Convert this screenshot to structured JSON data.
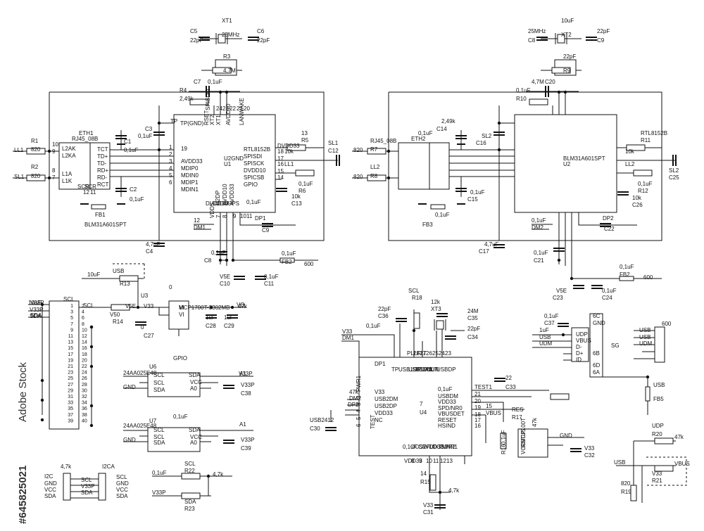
{
  "watermark": {
    "brand": "Adobe Stock",
    "id": "#645825021"
  },
  "icons": {
    "xtal": "crystal-icon",
    "gnd": "ground-icon",
    "cap": "capacitor-icon",
    "res": "resistor-icon",
    "bead": "ferrite-bead-icon"
  },
  "labels": [
    {
      "t": "XT1"
    },
    {
      "t": "25MHz"
    },
    {
      "t": "C5"
    },
    {
      "t": "22pF"
    },
    {
      "t": "C6"
    },
    {
      "t": "22pF"
    },
    {
      "t": "R3"
    },
    {
      "t": "4,7M"
    },
    {
      "t": "C7"
    },
    {
      "t": "0,1uF"
    },
    {
      "t": "R4"
    },
    {
      "t": "2,49k"
    },
    {
      "t": "ETH1"
    },
    {
      "t": "RJ45_08B"
    },
    {
      "t": "R1"
    },
    {
      "t": "820"
    },
    {
      "t": "LL1"
    },
    {
      "t": "R2"
    },
    {
      "t": "820"
    },
    {
      "t": "SL1"
    },
    {
      "t": "10"
    },
    {
      "t": "9"
    },
    {
      "t": "8"
    },
    {
      "t": "7"
    },
    {
      "t": "L2AK"
    },
    {
      "t": "L2KA"
    },
    {
      "t": "L1A"
    },
    {
      "t": "L1K"
    },
    {
      "t": "TCT"
    },
    {
      "t": "TD+"
    },
    {
      "t": "TD-"
    },
    {
      "t": "RD+"
    },
    {
      "t": "RD-"
    },
    {
      "t": "RCT"
    },
    {
      "t": "SCR"
    },
    {
      "t": "SCR"
    },
    {
      "t": "12"
    },
    {
      "t": "11"
    },
    {
      "t": "1"
    },
    {
      "t": "2"
    },
    {
      "t": "3"
    },
    {
      "t": "4"
    },
    {
      "t": "5"
    },
    {
      "t": "6"
    },
    {
      "t": "C1"
    },
    {
      "t": "0,1uF"
    },
    {
      "t": "C2"
    },
    {
      "t": "0,1uF"
    },
    {
      "t": "FB1"
    },
    {
      "t": "BLM31A601SPT"
    },
    {
      "t": "C3"
    },
    {
      "t": "0,1uF"
    },
    {
      "t": "TP"
    },
    {
      "t": "TP(GND)"
    },
    {
      "t": "RSET"
    },
    {
      "t": "XT2"
    },
    {
      "t": "XT1"
    },
    {
      "t": "AVDD10"
    },
    {
      "t": "LANWAKE"
    },
    {
      "t": "SPISDO"
    },
    {
      "t": "24"
    },
    {
      "t": "23"
    },
    {
      "t": "22"
    },
    {
      "t": "21"
    },
    {
      "t": "20"
    },
    {
      "t": "19"
    },
    {
      "t": "AVDD33"
    },
    {
      "t": "MDIP0"
    },
    {
      "t": "MDIN0"
    },
    {
      "t": "MDIP1"
    },
    {
      "t": "MDIN1"
    },
    {
      "t": "U2GND"
    },
    {
      "t": "U1"
    },
    {
      "t": "RTL8152B"
    },
    {
      "t": "SPISDI"
    },
    {
      "t": "SPISCK"
    },
    {
      "t": "DVDD10"
    },
    {
      "t": "SPICSB"
    },
    {
      "t": "GPIO"
    },
    {
      "t": "DVDD33"
    },
    {
      "t": "18"
    },
    {
      "t": "17"
    },
    {
      "t": "16"
    },
    {
      "t": "15"
    },
    {
      "t": "14"
    },
    {
      "t": "13"
    },
    {
      "t": "R5"
    },
    {
      "t": "10k"
    },
    {
      "t": "LL1"
    },
    {
      "t": "SL1"
    },
    {
      "t": "C12"
    },
    {
      "t": "0,1uF"
    },
    {
      "t": "R6"
    },
    {
      "t": "10k"
    },
    {
      "t": "C13"
    },
    {
      "t": "0,1uF"
    },
    {
      "t": "DVDD10UPS"
    },
    {
      "t": "U2DM"
    },
    {
      "t": "U2DP"
    },
    {
      "t": "AVDD10"
    },
    {
      "t": "AVDD33"
    },
    {
      "t": "VDD5"
    },
    {
      "t": "7"
    },
    {
      "t": "8"
    },
    {
      "t": "9"
    },
    {
      "t": "10"
    },
    {
      "t": "11"
    },
    {
      "t": "12"
    },
    {
      "t": "DM1"
    },
    {
      "t": "DP1"
    },
    {
      "t": "C9"
    },
    {
      "t": "4,7uF"
    },
    {
      "t": "C4"
    },
    {
      "t": "0,1uF"
    },
    {
      "t": "C8"
    },
    {
      "t": "0,1uF"
    },
    {
      "t": "FB2"
    },
    {
      "t": "600"
    },
    {
      "t": "V5E"
    },
    {
      "t": "C10"
    },
    {
      "t": "0,1uF"
    },
    {
      "t": "C11"
    },
    {
      "t": "10uF"
    },
    {
      "t": "XT2"
    },
    {
      "t": "25MHz"
    },
    {
      "t": "C8"
    },
    {
      "t": "22pF"
    },
    {
      "t": "C9"
    },
    {
      "t": "22pF"
    },
    {
      "t": "R9"
    },
    {
      "t": "4,7M"
    },
    {
      "t": "C20"
    },
    {
      "t": "0,1uF"
    },
    {
      "t": "R10"
    },
    {
      "t": "2,49k"
    },
    {
      "t": "C14"
    },
    {
      "t": "0,1uF"
    },
    {
      "t": "ETH2"
    },
    {
      "t": "RJ45_08B"
    },
    {
      "t": "R7"
    },
    {
      "t": "820"
    },
    {
      "t": "LL2"
    },
    {
      "t": "R8"
    },
    {
      "t": "820"
    },
    {
      "t": "SL2"
    },
    {
      "t": "C16"
    },
    {
      "t": "0,1uF"
    },
    {
      "t": "C15"
    },
    {
      "t": "0,1uF"
    },
    {
      "t": "FB3"
    },
    {
      "t": "BLM31A601SPT"
    },
    {
      "t": "U2"
    },
    {
      "t": "RTL8152B"
    },
    {
      "t": "R11"
    },
    {
      "t": "10k"
    },
    {
      "t": "LL2"
    },
    {
      "t": "SL2"
    },
    {
      "t": "C25"
    },
    {
      "t": "0,1uF"
    },
    {
      "t": "R12"
    },
    {
      "t": "10k"
    },
    {
      "t": "C26"
    },
    {
      "t": "0,1uF"
    },
    {
      "t": "DM2"
    },
    {
      "t": "DP2"
    },
    {
      "t": "C22"
    },
    {
      "t": "4,7uF"
    },
    {
      "t": "C17"
    },
    {
      "t": "0,1uF"
    },
    {
      "t": "C21"
    },
    {
      "t": "0,1uF"
    },
    {
      "t": "FB2"
    },
    {
      "t": "600"
    },
    {
      "t": "V5E"
    },
    {
      "t": "C23"
    },
    {
      "t": "0,1uF"
    },
    {
      "t": "C24"
    },
    {
      "t": "10uF"
    },
    {
      "t": "USB"
    },
    {
      "t": "R13"
    },
    {
      "t": "0"
    },
    {
      "t": "U3"
    },
    {
      "t": "MCP1700T-3302MB"
    },
    {
      "t": "VI"
    },
    {
      "t": "VI"
    },
    {
      "t": "VO"
    },
    {
      "t": "V33"
    },
    {
      "t": "V5E"
    },
    {
      "t": "V50"
    },
    {
      "t": "R14"
    },
    {
      "t": "0"
    },
    {
      "t": "C27"
    },
    {
      "t": "1uF"
    },
    {
      "t": "C28"
    },
    {
      "t": "1uF"
    },
    {
      "t": "C29"
    },
    {
      "t": "10uF"
    },
    {
      "t": "V33P"
    },
    {
      "t": "SDA"
    },
    {
      "t": "SCL"
    },
    {
      "t": "GPIO"
    },
    {
      "t": "U6"
    },
    {
      "t": "24AA025E48"
    },
    {
      "t": "SCL"
    },
    {
      "t": "SCL"
    },
    {
      "t": "GND"
    },
    {
      "t": "SDA"
    },
    {
      "t": "SDA"
    },
    {
      "t": "VCC"
    },
    {
      "t": "A0"
    },
    {
      "t": "A1"
    },
    {
      "t": "V33P"
    },
    {
      "t": "C38"
    },
    {
      "t": "0,1uF"
    },
    {
      "t": "U7"
    },
    {
      "t": "24AA025E48"
    },
    {
      "t": "SCL"
    },
    {
      "t": "SCL"
    },
    {
      "t": "GND"
    },
    {
      "t": "SDA"
    },
    {
      "t": "SDA"
    },
    {
      "t": "VCC"
    },
    {
      "t": "A0"
    },
    {
      "t": "A1"
    },
    {
      "t": "V33P"
    },
    {
      "t": "C39"
    },
    {
      "t": "0,1uF"
    },
    {
      "t": "SCL"
    },
    {
      "t": "R22"
    },
    {
      "t": "4,7k"
    },
    {
      "t": "V33P"
    },
    {
      "t": "SDA"
    },
    {
      "t": "R23"
    },
    {
      "t": "4,7k"
    },
    {
      "t": "I2CA"
    },
    {
      "t": "I2C"
    },
    {
      "t": "GND"
    },
    {
      "t": "VCC"
    },
    {
      "t": "SDA"
    },
    {
      "t": "SCL"
    },
    {
      "t": "V33P"
    },
    {
      "t": "SDA"
    },
    {
      "t": "SCL"
    },
    {
      "t": "GND"
    },
    {
      "t": "VCC"
    },
    {
      "t": "SDA"
    },
    {
      "t": "SCL"
    },
    {
      "t": "R18"
    },
    {
      "t": "12k"
    },
    {
      "t": "XT3"
    },
    {
      "t": "24M"
    },
    {
      "t": "C35"
    },
    {
      "t": "22pF"
    },
    {
      "t": "C34"
    },
    {
      "t": "22pF"
    },
    {
      "t": "C36"
    },
    {
      "t": "0,1uF"
    },
    {
      "t": "V33"
    },
    {
      "t": "DM1"
    },
    {
      "t": "DP1"
    },
    {
      "t": "TP"
    },
    {
      "t": "USB1DP"
    },
    {
      "t": "USB1DM"
    },
    {
      "t": "RBIAS"
    },
    {
      "t": "XOUT"
    },
    {
      "t": "XIN"
    },
    {
      "t": "USBDP"
    },
    {
      "t": "PLLFLT"
    },
    {
      "t": "28"
    },
    {
      "t": "27"
    },
    {
      "t": "26"
    },
    {
      "t": "25"
    },
    {
      "t": "24"
    },
    {
      "t": "23"
    },
    {
      "t": "22"
    },
    {
      "t": "C33"
    },
    {
      "t": "0,1uF"
    },
    {
      "t": "USBDM"
    },
    {
      "t": "VDD33"
    },
    {
      "t": "SPD/NR0"
    },
    {
      "t": "VBUSDET"
    },
    {
      "t": "RESET"
    },
    {
      "t": "HSIND"
    },
    {
      "t": "TEST1"
    },
    {
      "t": "21"
    },
    {
      "t": "20"
    },
    {
      "t": "19"
    },
    {
      "t": "18"
    },
    {
      "t": "17"
    },
    {
      "t": "16"
    },
    {
      "t": "15"
    },
    {
      "t": "VBUS"
    },
    {
      "t": "RES"
    },
    {
      "t": "R17"
    },
    {
      "t": "47k"
    },
    {
      "t": "DM2"
    },
    {
      "t": "DP2"
    },
    {
      "t": "V33"
    },
    {
      "t": "USB2DM"
    },
    {
      "t": "USB2DP"
    },
    {
      "t": "VDD33"
    },
    {
      "t": "NC"
    },
    {
      "t": "TEST"
    },
    {
      "t": "PWR1"
    },
    {
      "t": "2"
    },
    {
      "t": "3"
    },
    {
      "t": "4"
    },
    {
      "t": "5"
    },
    {
      "t": "6"
    },
    {
      "t": "7"
    },
    {
      "t": "U4"
    },
    {
      "t": "USB2412"
    },
    {
      "t": "C30"
    },
    {
      "t": "0,1uF"
    },
    {
      "t": "OCS1"
    },
    {
      "t": "CRFLT"
    },
    {
      "t": "VDD33"
    },
    {
      "t": "OCS2"
    },
    {
      "t": "PWR2"
    },
    {
      "t": "NR1"
    },
    {
      "t": "VDD33"
    },
    {
      "t": "8"
    },
    {
      "t": "9"
    },
    {
      "t": "10"
    },
    {
      "t": "11"
    },
    {
      "t": "12"
    },
    {
      "t": "13"
    },
    {
      "t": "14"
    },
    {
      "t": "R15"
    },
    {
      "t": "4,7k"
    },
    {
      "t": "V33"
    },
    {
      "t": "C31"
    },
    {
      "t": "0,1uF"
    },
    {
      "t": "R16"
    },
    {
      "t": "47k"
    },
    {
      "t": "U5"
    },
    {
      "t": "MCP100T"
    },
    {
      "t": "!RST"
    },
    {
      "t": "VCC"
    },
    {
      "t": "GND"
    },
    {
      "t": "V33"
    },
    {
      "t": "C32"
    },
    {
      "t": "0,1uF"
    },
    {
      "t": "C37"
    },
    {
      "t": "1uF"
    },
    {
      "t": "USB"
    },
    {
      "t": "UDM"
    },
    {
      "t": "UDP"
    },
    {
      "t": "VBUS"
    },
    {
      "t": "D-"
    },
    {
      "t": "D+"
    },
    {
      "t": "ID"
    },
    {
      "t": "GND"
    },
    {
      "t": "6C"
    },
    {
      "t": "6D"
    },
    {
      "t": "6A"
    },
    {
      "t": "6B"
    },
    {
      "t": "SG"
    },
    {
      "t": "USB"
    },
    {
      "t": "FB5"
    },
    {
      "t": "600"
    },
    {
      "t": "USB"
    },
    {
      "t": "USB"
    },
    {
      "t": "UDM"
    },
    {
      "t": "UDP"
    },
    {
      "t": "R20"
    },
    {
      "t": "47k"
    },
    {
      "t": "USB"
    },
    {
      "t": "VBUS"
    },
    {
      "t": "V33"
    },
    {
      "t": "R21"
    },
    {
      "t": "820"
    },
    {
      "t": "R19"
    },
    {
      "t": "47k"
    },
    {
      "t": "V33P"
    },
    {
      "t": "V33P"
    },
    {
      "t": "SDA"
    },
    {
      "t": "SCL"
    },
    {
      "t": "1"
    },
    {
      "t": "2"
    },
    {
      "t": "3"
    },
    {
      "t": "4"
    },
    {
      "t": "5"
    },
    {
      "t": "6"
    },
    {
      "t": "7"
    },
    {
      "t": "8"
    },
    {
      "t": "9"
    },
    {
      "t": "10"
    },
    {
      "t": "11"
    },
    {
      "t": "12"
    },
    {
      "t": "13"
    },
    {
      "t": "14"
    },
    {
      "t": "15"
    },
    {
      "t": "16"
    },
    {
      "t": "17"
    },
    {
      "t": "18"
    },
    {
      "t": "19"
    },
    {
      "t": "20"
    },
    {
      "t": "21"
    },
    {
      "t": "22"
    },
    {
      "t": "23"
    },
    {
      "t": "24"
    },
    {
      "t": "25"
    },
    {
      "t": "26"
    },
    {
      "t": "27"
    },
    {
      "t": "28"
    },
    {
      "t": "29"
    },
    {
      "t": "30"
    },
    {
      "t": "31"
    },
    {
      "t": "32"
    },
    {
      "t": "33"
    },
    {
      "t": "34"
    },
    {
      "t": "35"
    },
    {
      "t": "36"
    },
    {
      "t": "37"
    },
    {
      "t": "38"
    },
    {
      "t": "39"
    },
    {
      "t": "40"
    }
  ]
}
